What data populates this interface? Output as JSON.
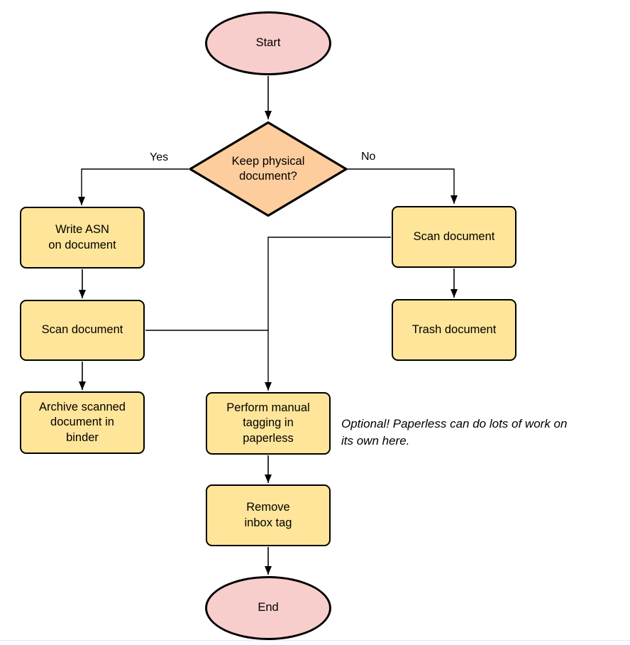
{
  "diagram": {
    "type": "flowchart",
    "topic": "Paperless document scanning workflow"
  },
  "colors": {
    "background": "#ffffff",
    "terminal_fill": "#f8cecc",
    "decision_fill": "#fdcd9d",
    "process_fill": "#ffe599",
    "stroke": "#000000"
  },
  "nodes": {
    "start": {
      "type": "terminal",
      "label": "Start"
    },
    "decision": {
      "type": "decision",
      "label": "Keep physical\ndocument?"
    },
    "write_asn": {
      "type": "process",
      "label": "Write ASN\non document"
    },
    "scan_left": {
      "type": "process",
      "label": "Scan document"
    },
    "archive": {
      "type": "process",
      "label": "Archive scanned\ndocument in\nbinder"
    },
    "scan_right": {
      "type": "process",
      "label": "Scan document"
    },
    "trash": {
      "type": "process",
      "label": "Trash document"
    },
    "tagging": {
      "type": "process",
      "label": "Perform manual\ntagging in\npaperless"
    },
    "remove_inbox": {
      "type": "process",
      "label": "Remove\ninbox tag"
    },
    "end": {
      "type": "terminal",
      "label": "End"
    }
  },
  "edge_labels": {
    "yes": "Yes",
    "no": "No"
  },
  "edges": [
    {
      "from": "start",
      "to": "decision"
    },
    {
      "from": "decision",
      "to": "write_asn",
      "label": "Yes"
    },
    {
      "from": "decision",
      "to": "scan_right",
      "label": "No"
    },
    {
      "from": "write_asn",
      "to": "scan_left"
    },
    {
      "from": "scan_left",
      "to": "archive"
    },
    {
      "from": "scan_right",
      "to": "trash"
    },
    {
      "from": "scan_right",
      "to": "tagging"
    },
    {
      "from": "scan_left",
      "to": "tagging"
    },
    {
      "from": "tagging",
      "to": "remove_inbox"
    },
    {
      "from": "remove_inbox",
      "to": "end"
    }
  ],
  "annotation": {
    "text": "Optional! Paperless can do lots of work on\nits own here."
  }
}
